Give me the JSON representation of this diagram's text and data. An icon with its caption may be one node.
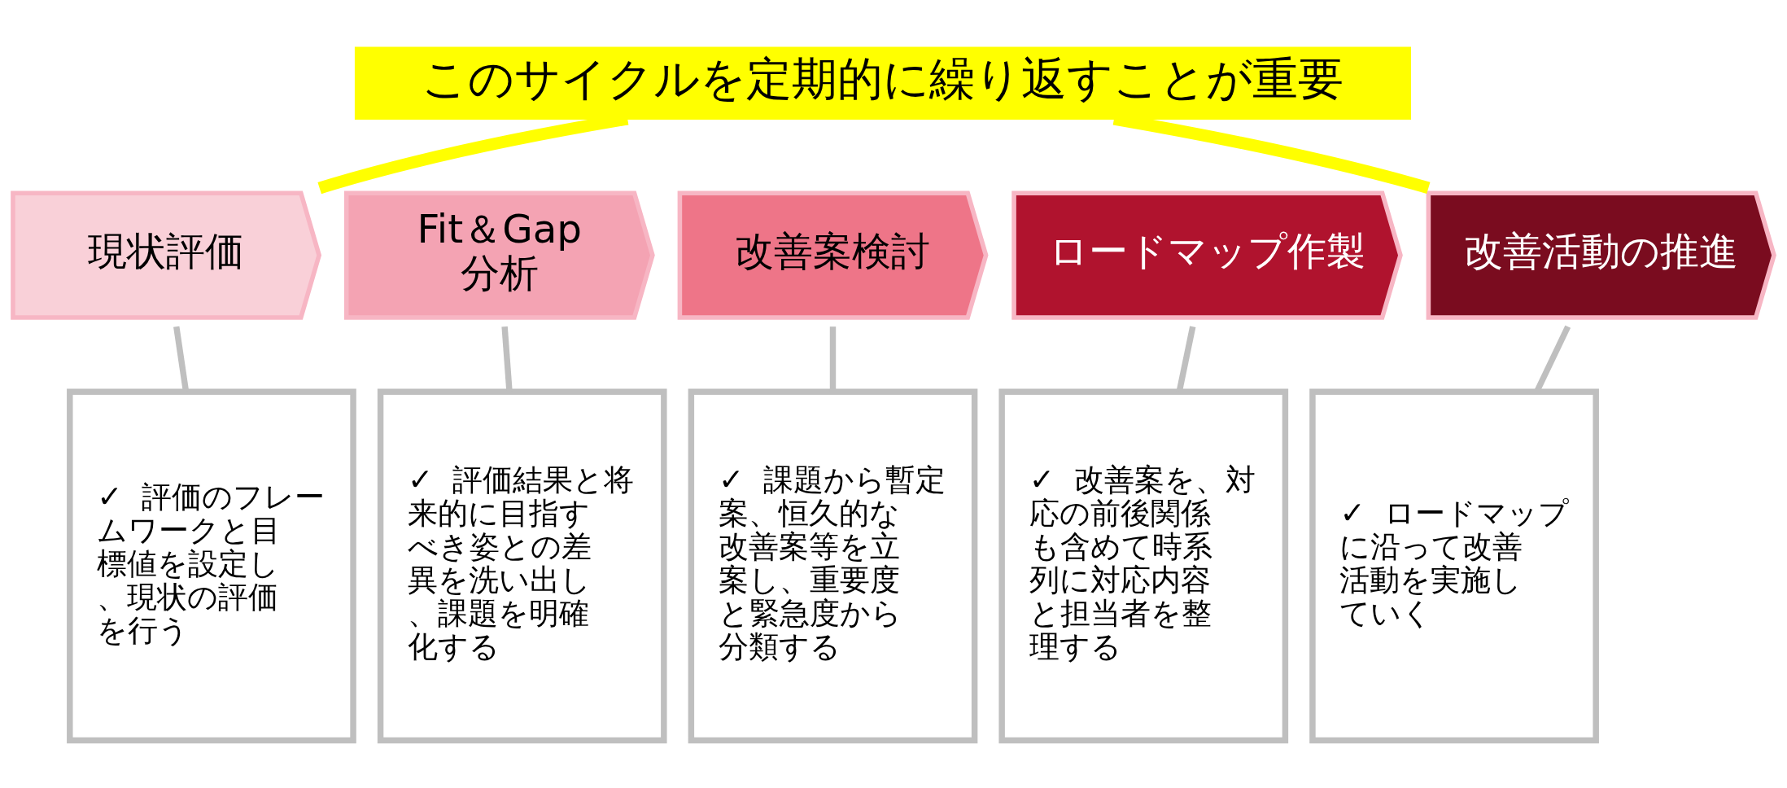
{
  "diagram": {
    "nodes": [
      {
        "text": [
          "このサイクルを定期的に繰り返すことが重要"
        ]
      },
      {
        "text": [
          "現状評価"
        ]
      },
      {
        "text": [
          "Fit＆Gap 分析"
        ]
      },
      {
        "text": [
          "改善案検討"
        ]
      },
      {
        "text": [
          "ロードマップ作製"
        ]
      },
      {
        "text": [
          "改善活動の推進"
        ]
      },
      {
        "text": [
          "✓",
          "評価のフレームワークと目標値を設定し、現状の評価を行う"
        ]
      },
      {
        "text": [
          "✓",
          "評価結果と将来的に目指すべき姿との差異を洗い出し、課題を明確化する"
        ]
      },
      {
        "text": [
          "✓",
          "課題から暫定案、恒久的な改善案等を立案し、重要度と緊急度から分類する"
        ]
      },
      {
        "text": [
          "✓",
          "改善案を、対応の前後関係も含めて時系列に対応内容と担当者を整理する"
        ]
      },
      {
        "text": [
          "✓",
          "ロードマップに沿って改善活動を実施していく"
        ]
      }
    ],
    "edges": [
      {
        "from": 0,
        "to": 1,
        "arrow": "none",
        "style": "thick",
        "color": "#ffff00"
      },
      {
        "from": 0,
        "to": 5,
        "arrow": "none",
        "style": "thick",
        "color": "#ffff00"
      },
      {
        "from": 6,
        "to": 1,
        "arrow": "none"
      },
      {
        "from": 7,
        "to": 2,
        "arrow": "none"
      },
      {
        "from": 8,
        "to": 3,
        "arrow": "none"
      },
      {
        "from": 9,
        "to": 4,
        "arrow": "none"
      },
      {
        "from": 10,
        "to": 5,
        "arrow": "none"
      }
    ]
  }
}
